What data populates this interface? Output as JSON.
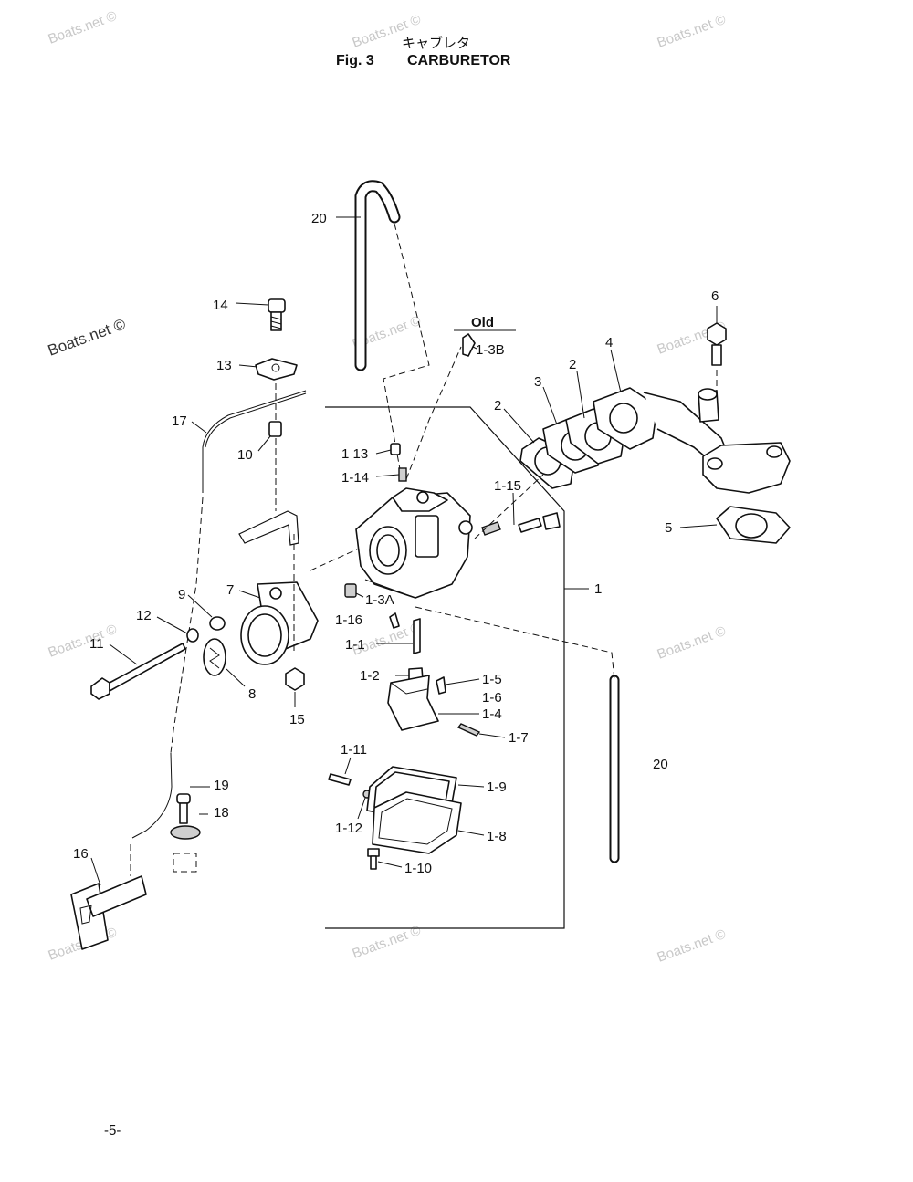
{
  "header": {
    "title_jp": "キャブレタ",
    "fig_label": "Fig. 3",
    "title_en": "CARBURETOR"
  },
  "watermark": "Boats.net ©",
  "callouts": {
    "p20a": "20",
    "p20b": "20",
    "p14": "14",
    "p13": "13",
    "p17": "17",
    "p10": "10",
    "p7": "7",
    "p9": "9",
    "p12": "12",
    "p11": "11",
    "p8": "8",
    "p15": "15",
    "p19": "19",
    "p18": "18",
    "p16": "16",
    "p1_13": "1 13",
    "p1_14": "1-14",
    "p1_15": "1-15",
    "p1_3B": "1-3B",
    "p1_3A": "1-3A",
    "p1_16": "1-16",
    "p1_1": "1-1",
    "p1_2": "1-2",
    "p1_5": "1-5",
    "p1_6": "1-6",
    "p1_4": "1-4",
    "p1_7": "1-7",
    "p1_11": "1-11",
    "p1_9": "1-9",
    "p1_12": "1-12",
    "p1_8": "1-8",
    "p1_10": "1-10",
    "p1": "1",
    "p2a": "2",
    "p2b": "2",
    "p3": "3",
    "p4": "4",
    "p5": "5",
    "p6": "6",
    "old_label": "Old"
  },
  "footer": {
    "page_number": "-5-"
  }
}
